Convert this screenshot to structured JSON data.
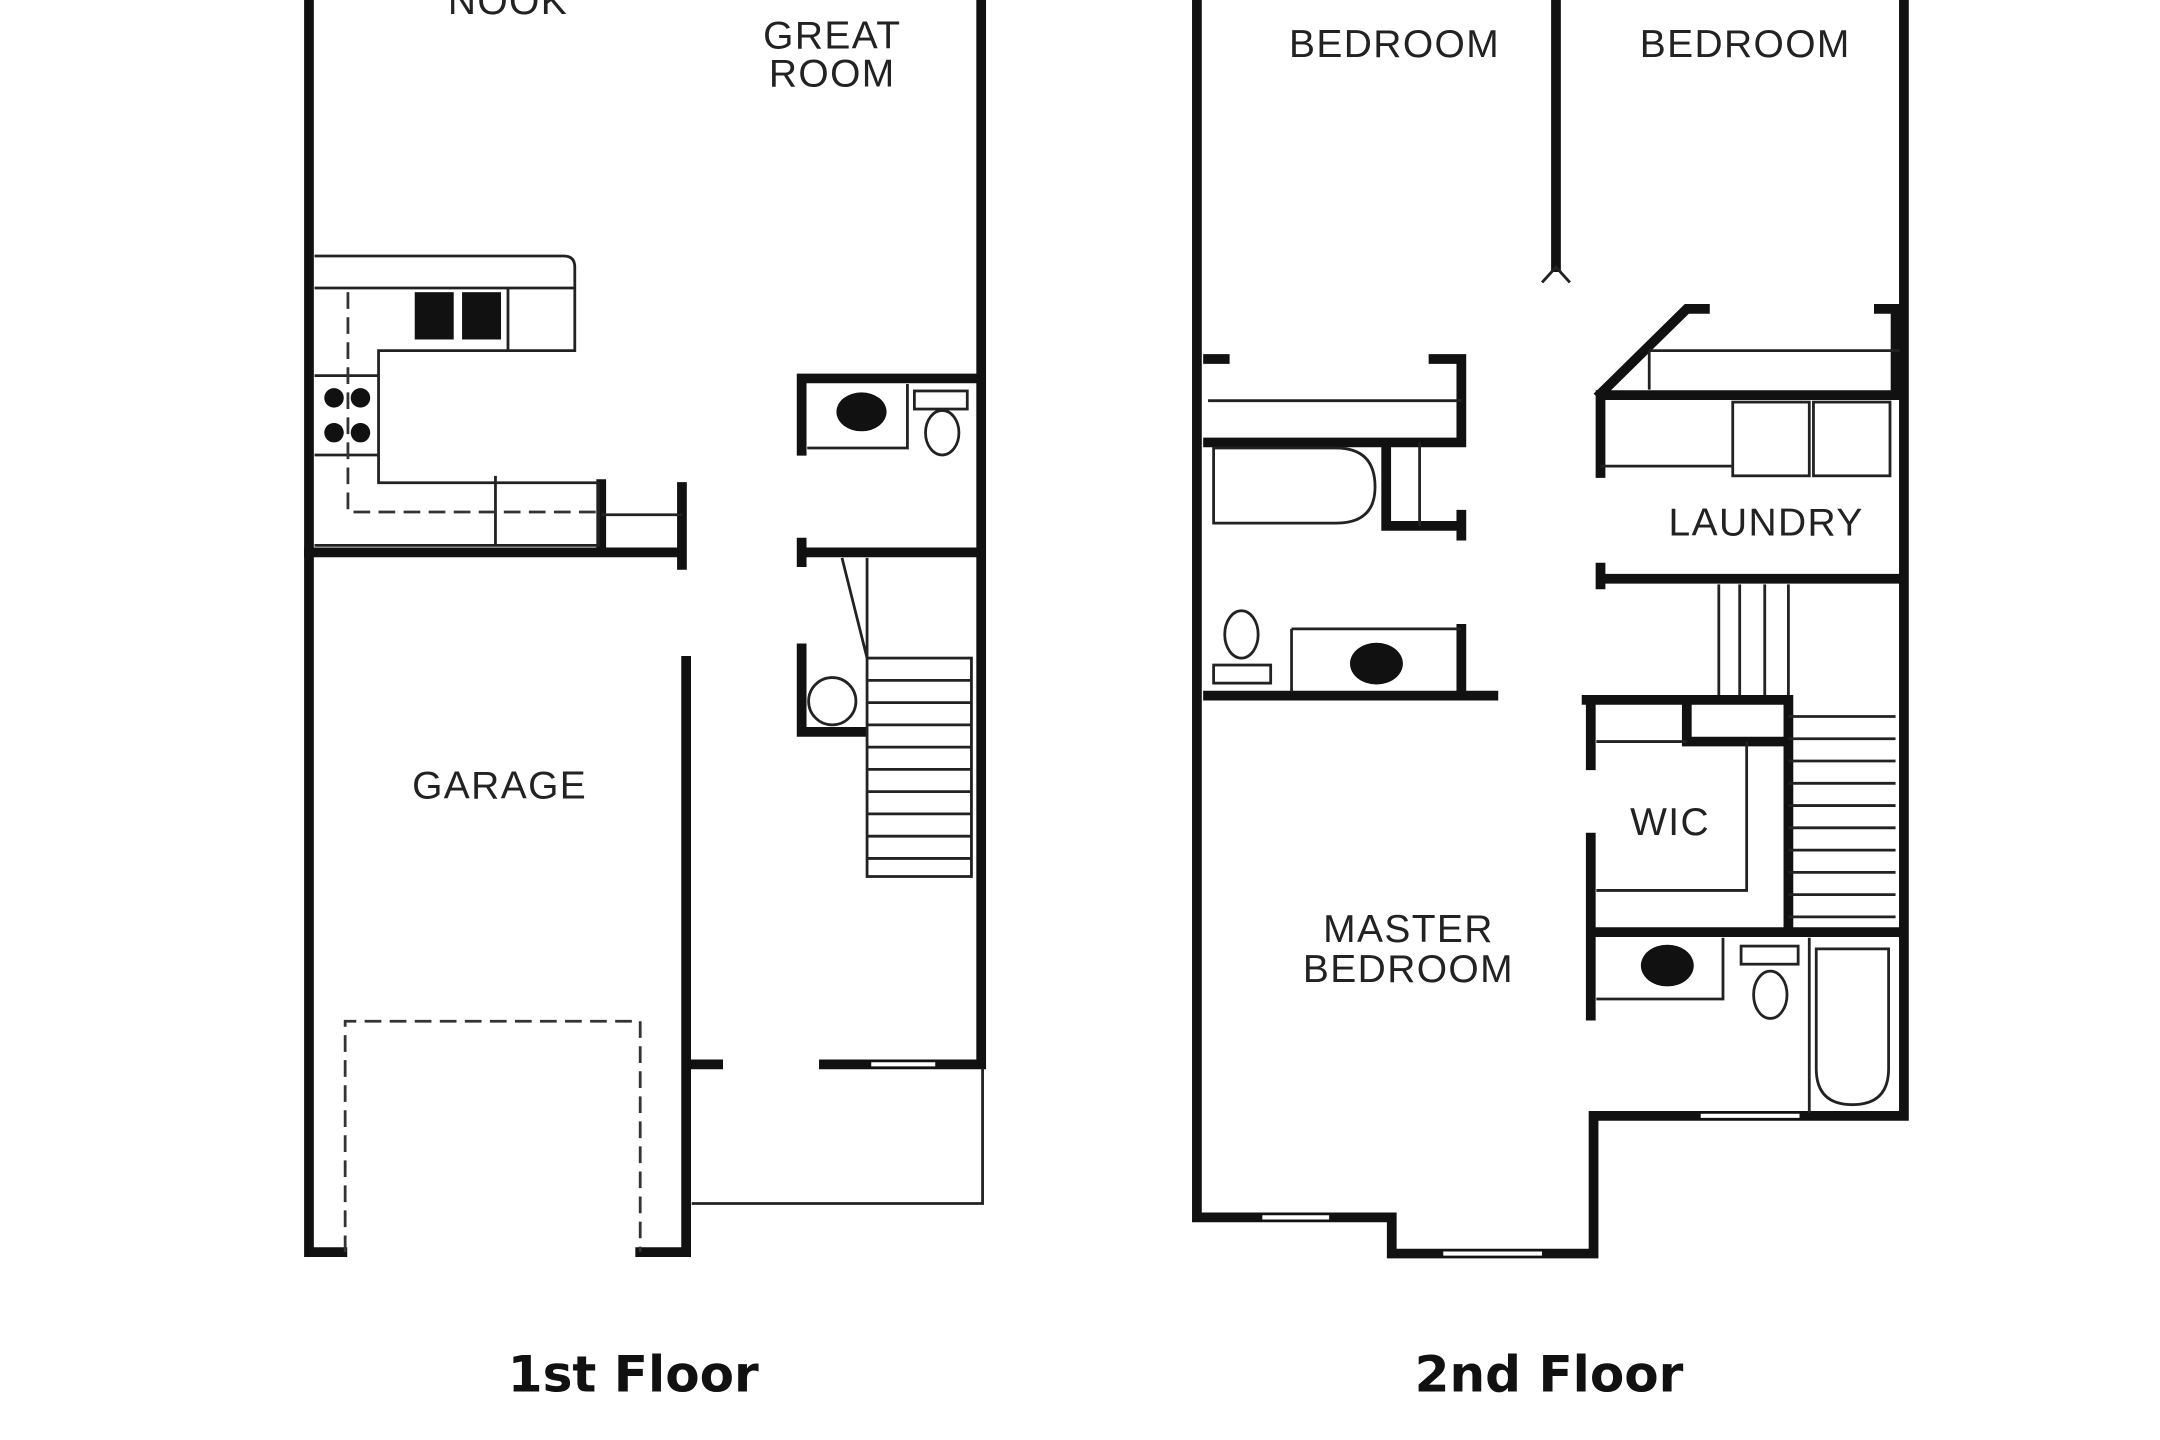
{
  "floors": [
    {
      "title": "1st Floor",
      "rooms": {
        "nook": "NOOK",
        "great_room_1": "GREAT",
        "great_room_2": "ROOM",
        "garage": "GARAGE"
      }
    },
    {
      "title": "2nd Floor",
      "rooms": {
        "bedroom_left": "BEDROOM",
        "bedroom_right": "BEDROOM",
        "laundry": "LAUNDRY",
        "wic": "WIC",
        "master_1": "MASTER",
        "master_2": "BEDROOM"
      }
    }
  ],
  "colors": {
    "wall": "#111111",
    "background": "#ffffff"
  }
}
